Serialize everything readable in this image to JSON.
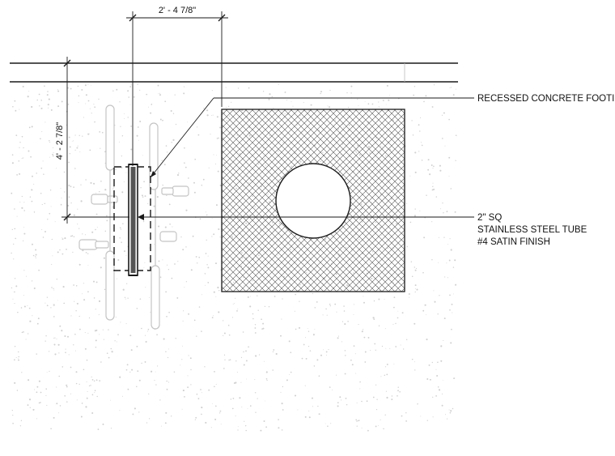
{
  "dimensions": {
    "horizontal": "2' - 4 7/8\"",
    "vertical": "4' - 2 7/8\""
  },
  "callouts": {
    "footing": "RECESSED CONCRETE FOOTING",
    "tube_line1": "2\" SQ",
    "tube_line2": "STAINLESS STEEL TUBE",
    "tube_line3": "#4 SATIN FINISH"
  },
  "colors": {
    "line": "#1a1a1a",
    "faint": "#c8c8c8",
    "speckle": "#d0d0d0"
  }
}
